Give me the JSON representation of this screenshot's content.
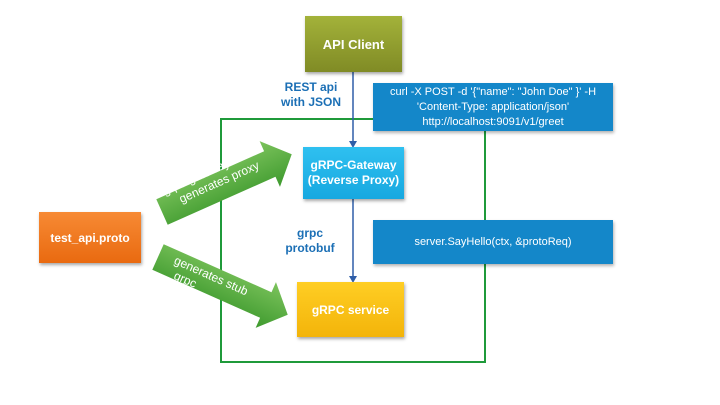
{
  "nodes": {
    "api_client": "API Client",
    "gateway_line1": "gRPC-Gateway",
    "gateway_line2": "(Reverse Proxy)",
    "service": "gRPC service",
    "proto": "test_api.proto"
  },
  "labels": {
    "rest_line1": "REST api",
    "rest_line2": "with JSON",
    "grpc_line1": "grpc",
    "grpc_line2": "protobuf"
  },
  "notes": {
    "curl_line1": "curl -X POST -d '{\"name\": \"John Doe\" }' -H",
    "curl_line2": "'Content-Type: application/json'",
    "curl_line3": "http://localhost:9091/v1/greet",
    "call": "server.SayHello(ctx, &protoReq)"
  },
  "arrows": {
    "upper_line1": "grpc-gateway",
    "upper_line2": "generates proxy",
    "lower_line1": "generates stub",
    "lower_line2": "grpc"
  },
  "colors": {
    "container_border": "#1f9a3a",
    "arrow_green": "#5cb245",
    "connector_blue": "#2f5ea8"
  }
}
